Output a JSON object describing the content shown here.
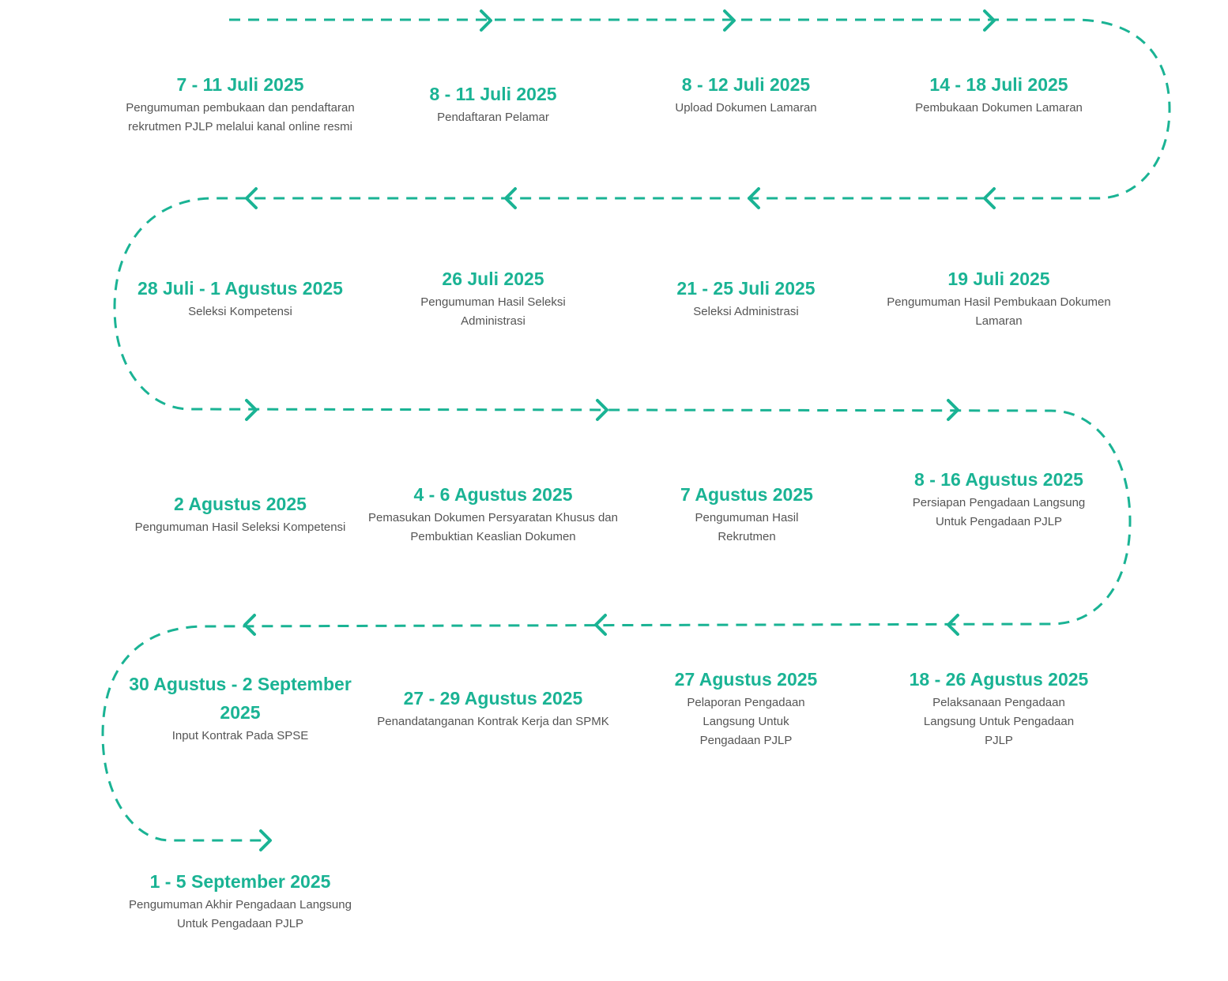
{
  "accent_color": "#1ab394",
  "text_color": "#555555",
  "steps": [
    {
      "date": "7 - 11 Juli 2025",
      "description": "Pengumuman pembukaan dan pendaftaran rekrutmen PJLP melalui kanal online resmi"
    },
    {
      "date": "8 - 11 Juli 2025",
      "description": "Pendaftaran Pelamar"
    },
    {
      "date": "8 - 12 Juli 2025",
      "description": "Upload Dokumen Lamaran"
    },
    {
      "date": "14 - 18 Juli 2025",
      "description": "Pembukaan Dokumen Lamaran"
    },
    {
      "date": "19 Juli 2025",
      "description": "Pengumuman Hasil Pembukaan Dokumen Lamaran"
    },
    {
      "date": "21 - 25 Juli 2025",
      "description": "Seleksi Administrasi"
    },
    {
      "date": "26 Juli 2025",
      "description": "Pengumuman Hasil Seleksi Administrasi"
    },
    {
      "date": "28 Juli - 1 Agustus 2025",
      "description": "Seleksi Kompetensi"
    },
    {
      "date": "2 Agustus 2025",
      "description": "Pengumuman Hasil Seleksi Kompetensi"
    },
    {
      "date": "4 - 6 Agustus 2025",
      "description": "Pemasukan Dokumen Persyaratan Khusus dan Pembuktian Keaslian Dokumen"
    },
    {
      "date": "7 Agustus 2025",
      "description": "Pengumuman Hasil Rekrutmen"
    },
    {
      "date": "8 - 16 Agustus 2025",
      "description": "Persiapan Pengadaan Langsung Untuk Pengadaan PJLP"
    },
    {
      "date": "18 - 26 Agustus 2025",
      "description": "Pelaksanaan Pengadaan Langsung Untuk Pengadaan PJLP"
    },
    {
      "date": "27 Agustus 2025",
      "description": "Pelaporan Pengadaan Langsung Untuk Pengadaan PJLP"
    },
    {
      "date": "27 - 29 Agustus 2025",
      "description": "Penandatanganan Kontrak Kerja dan SPMK"
    },
    {
      "date": "30 Agustus - 2 September 2025",
      "description": "Input Kontrak Pada SPSE"
    },
    {
      "date": "1 - 5 September 2025",
      "description": "Pengumuman Akhir Pengadaan Langsung Untuk Pengadaan PJLP"
    }
  ]
}
